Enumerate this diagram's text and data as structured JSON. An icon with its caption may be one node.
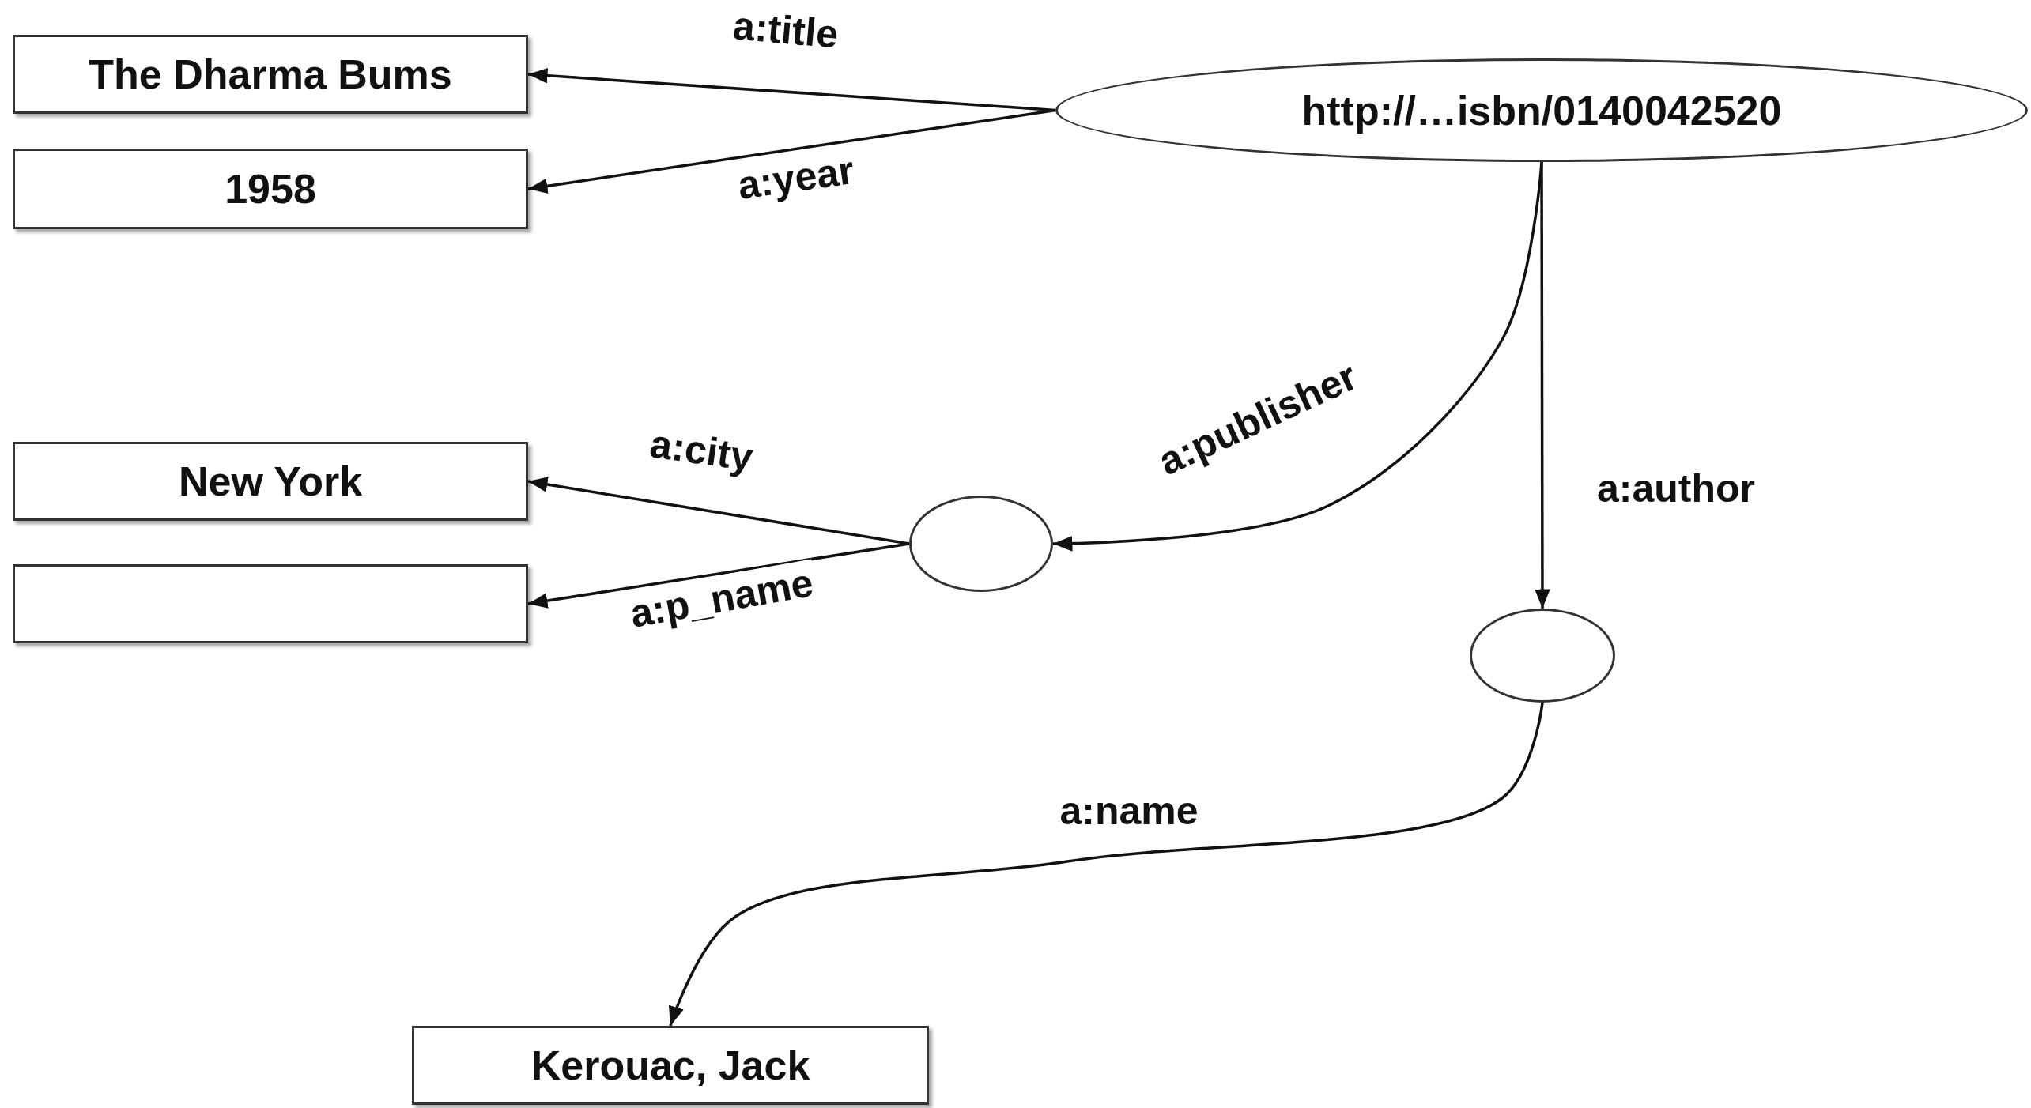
{
  "diagram": {
    "nodes": [
      {
        "text": [
          "The Dharma Bums"
        ]
      },
      {
        "text": [
          "http://…isbn/0140042520"
        ]
      },
      {
        "text": [
          "1958"
        ]
      },
      {
        "text": [
          "New York"
        ]
      },
      {
        "text": [],
        "shape": "circle"
      },
      {
        "text": [],
        "shape": "box"
      },
      {
        "text": [],
        "shape": "circle"
      },
      {
        "text": [
          "Kerouac, Jack"
        ]
      }
    ],
    "edges": [
      {
        "from": 1,
        "to": 0,
        "arrow": "to",
        "label": "a:title"
      },
      {
        "from": 1,
        "to": 2,
        "arrow": "to",
        "label": "a:year"
      },
      {
        "from": 1,
        "to": 4,
        "arrow": "to",
        "label": "a:publisher"
      },
      {
        "from": 1,
        "to": 6,
        "arrow": "to",
        "label": "a:author"
      },
      {
        "from": 4,
        "to": 3,
        "arrow": "to",
        "label": "a:city"
      },
      {
        "from": 4,
        "to": 5,
        "arrow": "to",
        "label": "a:p_name"
      },
      {
        "from": 6,
        "to": 7,
        "arrow": "to",
        "label": "a:name"
      }
    ]
  }
}
